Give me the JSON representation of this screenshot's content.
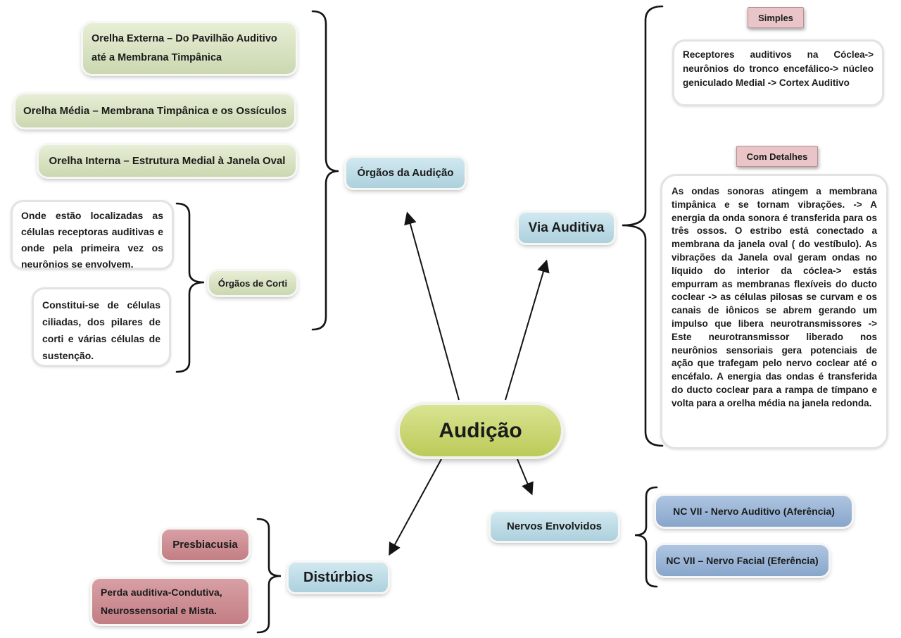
{
  "title": "Audição",
  "colors": {
    "center_fill": "#c7d75e",
    "topic_fill": "#b3d9e6",
    "green_fill": "#d6e3ba",
    "pink_fill": "#e9c5c7",
    "rose_fill": "#cd858b",
    "steel_fill": "#8fafd6",
    "line_color": "#141414"
  },
  "center": {
    "label": "Audição"
  },
  "organs": {
    "topic": "Órgãos da Audição",
    "items": [
      "Orelha Externa – Do Pavilhão Auditivo até a Membrana Timpânica",
      "Orelha Média – Membrana Timpânica e os Ossículos",
      "Orelha Interna – Estrutura Medial à Janela Oval"
    ],
    "corti_label": "Órgãos de Corti",
    "corti_notes": [
      "Onde estão localizadas as células receptoras auditivas e onde pela primeira vez os neurônios se envolvem.",
      "Constitui-se de células ciliadas, dos pilares de corti e várias células de sustenção."
    ]
  },
  "via": {
    "topic": "Via Auditiva",
    "simple_label": "Simples",
    "simple_text": "Receptores auditivos na Cóclea-> neurônios do tronco encefálico-> núcleo geniculado Medial -> Cortex Auditivo",
    "detailed_label": "Com Detalhes",
    "detailed_text": "As ondas sonoras atingem a membrana timpânica e se tornam vibrações. -> A energia da onda sonora é transferida para os três ossos. O estribo está conectado a membrana da janela oval ( do vestíbulo). As vibrações da Janela oval geram ondas no líquido do interior da cóclea-> estás empurram as membranas flexíveis do ducto coclear -> as células pilosas se curvam e os canais de iônicos se abrem gerando um impulso que libera neurotransmissores -> Este neurotransmissor liberado nos neurônios sensoriais gera potenciais de ação que trafegam pelo nervo coclear até o encéfalo. A energia das ondas é transferida do ducto coclear para a rampa de tímpano e volta para a orelha média na janela redonda."
  },
  "nerves": {
    "topic": "Nervos Envolvidos",
    "items": [
      "NC VII - Nervo Auditivo (Aferência)",
      "NC VII – Nervo Facial (Eferência)"
    ]
  },
  "disorders": {
    "topic": "Distúrbios",
    "items": [
      "Presbiacusia",
      "Perda auditiva-Condutiva, Neurossensorial e Mista."
    ]
  }
}
